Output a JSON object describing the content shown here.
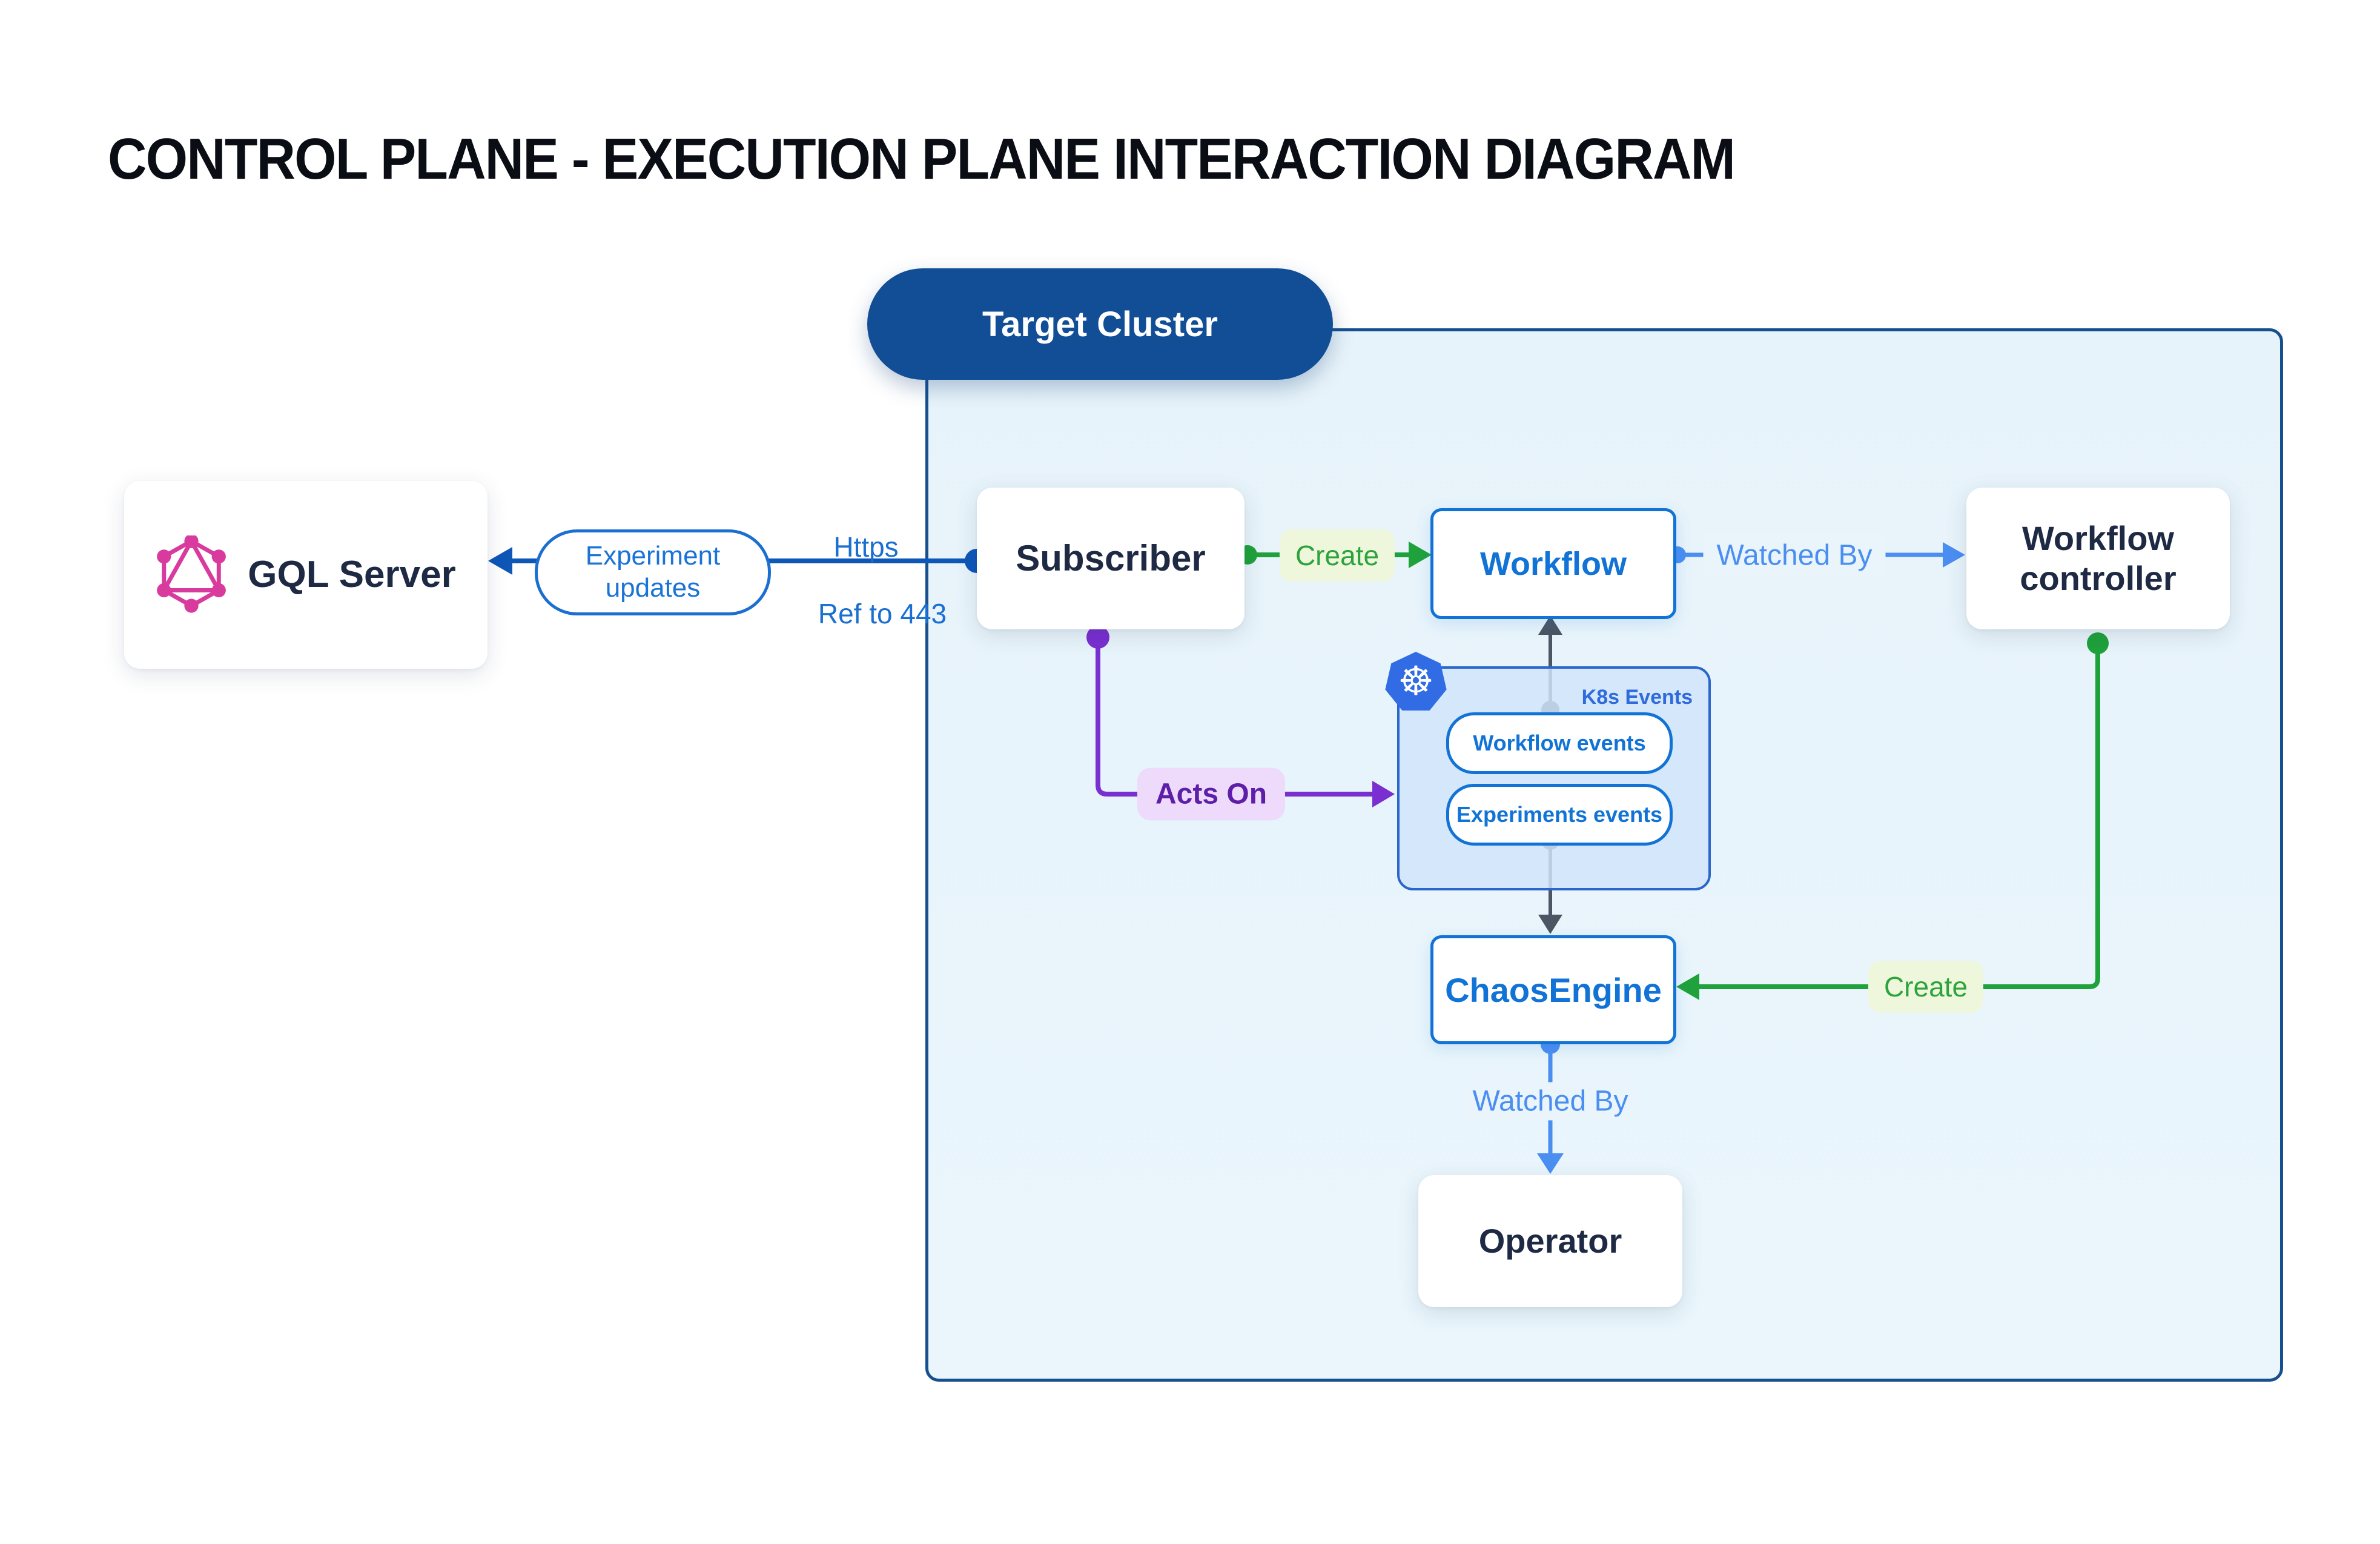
{
  "title": "CONTROL PLANE - EXECUTION PLANE INTERACTION DIAGRAM",
  "colors": {
    "accent_blue": "#1273d6",
    "dark_blue_line": "#0e57b7",
    "navy_text": "#1e2a44",
    "target_pill_bg": "#114e96",
    "cluster_fill": "#e9f5fb",
    "cluster_border": "#17508f",
    "k8s_fill": "#d0e4fa",
    "k8s_icon_blue": "#326ce5",
    "green": "#1fa23b",
    "green_label_bg": "#eef6dc",
    "purple": "#7a2fd0",
    "purple_label_bg": "#eedafb",
    "gray_connector": "#4b5563",
    "watched_by_blue": "#4b8ef2",
    "graphql_magenta": "#d83a9d"
  },
  "nodes": {
    "gql_server": {
      "label": "GQL Server"
    },
    "target_cluster": {
      "label": "Target Cluster"
    },
    "subscriber": {
      "label": "Subscriber"
    },
    "workflow": {
      "label": "Workflow"
    },
    "workflow_controller": {
      "label": "Workflow controller"
    },
    "k8s_events": {
      "title": "K8s Events",
      "pills": [
        "Workflow events",
        "Experiments events"
      ]
    },
    "chaos_engine": {
      "label": "ChaosEngine"
    },
    "operator": {
      "label": "Operator"
    }
  },
  "edges": {
    "experiment_updates": {
      "label": "Experiment updates"
    },
    "https": {
      "label": "Https"
    },
    "ref_443": {
      "label": "Ref to 443"
    },
    "create_workflow": {
      "label": "Create"
    },
    "watched_by_workflow": {
      "label": "Watched By"
    },
    "acts_on": {
      "label": "Acts On"
    },
    "create_chaosengine": {
      "label": "Create"
    },
    "watched_by_operator": {
      "label": "Watched By"
    }
  }
}
